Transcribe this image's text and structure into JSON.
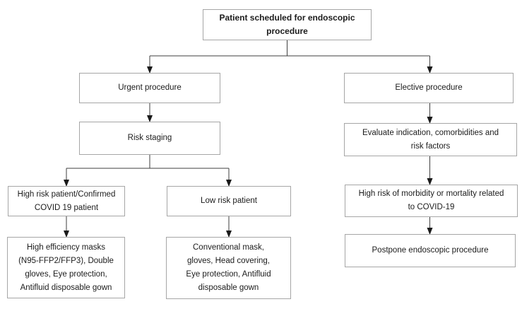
{
  "diagram": {
    "type": "flowchart",
    "direction": "top-down",
    "colors": {
      "background": "#ffffff",
      "box_fill": "#ffffff",
      "box_border": "#a6a6a6",
      "connector_line": "#3f3f3f",
      "arrowhead": "#1a1a1a",
      "text": "#1c1c1c"
    },
    "nodes": {
      "root": {
        "label": "Patient scheduled for endoscopic procedure",
        "emphasis": "bold",
        "lines": [
          "Patient scheduled for endoscopic",
          "procedure"
        ]
      },
      "urgent": {
        "label": "Urgent procedure",
        "lines": [
          "Urgent procedure"
        ]
      },
      "risk_staging": {
        "label": "Risk staging",
        "lines": [
          "Risk staging"
        ]
      },
      "high_risk": {
        "label": "High risk patient/Confirmed COVID 19 patient",
        "lines": [
          "High risk patient/Confirmed",
          "COVID 19 patient"
        ]
      },
      "low_risk": {
        "label": "Low risk patient",
        "lines": [
          "Low risk patient"
        ]
      },
      "high_risk_ppe": {
        "label": "High efficiency masks (N95-FFP2/FFP3), Double gloves, Eye protection, Antifluid disposable gown",
        "lines": [
          "High efficiency masks",
          "(N95-FFP2/FFP3), Double",
          "gloves, Eye protection,",
          "Antifluid disposable gown"
        ]
      },
      "low_risk_ppe": {
        "label": "Conventional mask, gloves, Head covering, Eye protection, Antifluid disposable gown",
        "lines": [
          "Conventional mask,",
          "gloves, Head covering,",
          "Eye protection, Antifluid",
          "disposable gown"
        ]
      },
      "elective": {
        "label": "Elective procedure",
        "lines": [
          "Elective procedure"
        ]
      },
      "evaluate": {
        "label": "Evaluate indication, comorbidities and risk factors",
        "lines": [
          "Evaluate indication, comorbidities and",
          "risk factors"
        ]
      },
      "morbidity": {
        "label": "High risk of morbidity or mortality related to COVID-19",
        "lines": [
          "High risk of morbidity or mortality related",
          "to COVID-19"
        ]
      },
      "postpone": {
        "label": "Postpone endoscopic procedure",
        "lines": [
          "Postpone endoscopic procedure"
        ]
      }
    },
    "edges": [
      [
        "root",
        "urgent"
      ],
      [
        "root",
        "elective"
      ],
      [
        "urgent",
        "risk_staging"
      ],
      [
        "risk_staging",
        "high_risk"
      ],
      [
        "risk_staging",
        "low_risk"
      ],
      [
        "high_risk",
        "high_risk_ppe"
      ],
      [
        "low_risk",
        "low_risk_ppe"
      ],
      [
        "elective",
        "evaluate"
      ],
      [
        "evaluate",
        "morbidity"
      ],
      [
        "morbidity",
        "postpone"
      ]
    ]
  }
}
